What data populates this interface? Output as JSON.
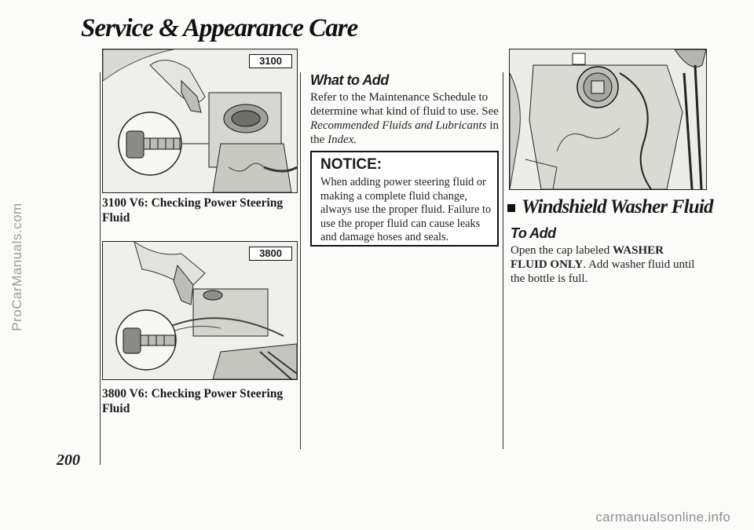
{
  "watermarks": {
    "side": "ProCarManuals.com",
    "bottom": "carmanualsonline.info"
  },
  "header": {
    "title": "Service & Appearance Care"
  },
  "page_number": "200",
  "left_column": {
    "figure1": {
      "tag": "3100",
      "caption": "3100 V6: Checking Power Steering Fluid"
    },
    "figure2": {
      "tag": "3800",
      "caption": "3800 V6: Checking Power Steering Fluid"
    }
  },
  "middle_column": {
    "heading": "What to Add",
    "para_1": "Refer to the Maintenance Schedule to determine what kind of fluid to use. See",
    "para_italic": "Recommended Fluids and Lubricants",
    "para_2": "in the",
    "para_index": "Index.",
    "notice": {
      "title": "NOTICE:",
      "body": "When adding power steering fluid or making a complete fluid change, always use the proper fluid. Failure to use the proper fluid can cause leaks and damage hoses and seals."
    }
  },
  "right_column": {
    "section_heading": "Windshield Washer Fluid",
    "subheading": "To Add",
    "para_1": "Open the cap labeled",
    "para_bold": "WASHER FLUID ONLY",
    "para_2": ". Add washer fluid until the bottle is full."
  }
}
